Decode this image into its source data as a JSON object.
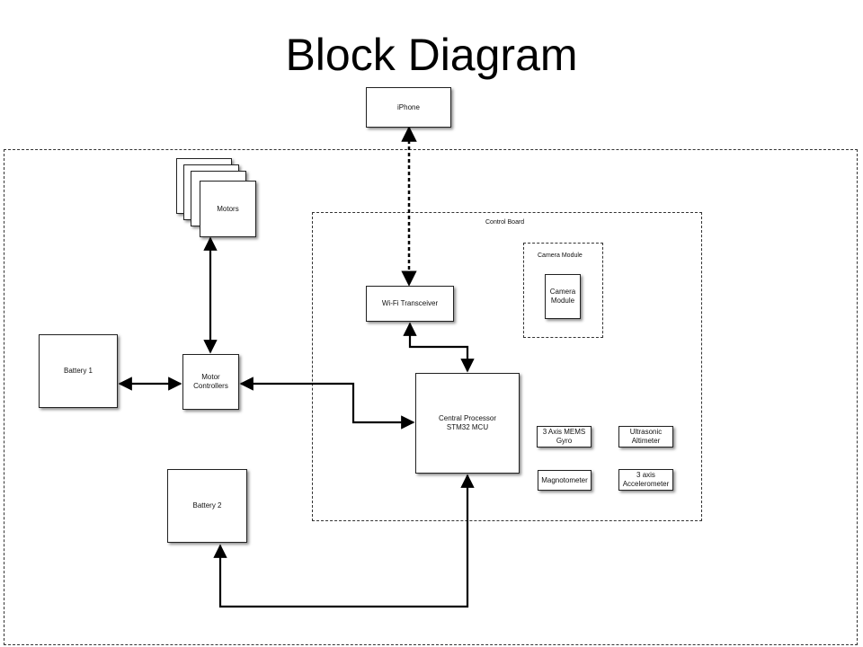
{
  "title": "Block Diagram",
  "regions": {
    "control_board": "Control Board",
    "camera_module_group": "Camera Module"
  },
  "blocks": {
    "iphone": "iPhone",
    "motors": "Motors",
    "wifi": "Wi-Fi Transceiver",
    "camera_module": "Camera\nModule",
    "battery1": "Battery 1",
    "motor_controllers": "Motor\nControllers",
    "cpu": "Central Processor\nSTM32 MCU",
    "gyro": "3 Axis MEMS\nGyro",
    "altimeter": "Ultrasonic\nAltimeter",
    "magnetometer": "Magnotometer",
    "accelerometer": "3 axis\nAccelerometer",
    "battery2": "Battery 2"
  },
  "connections": [
    {
      "from": "iphone",
      "to": "wifi",
      "style": "dashed",
      "direction": "both"
    },
    {
      "from": "motors",
      "to": "motor_controllers",
      "style": "solid",
      "direction": "both"
    },
    {
      "from": "battery1",
      "to": "motor_controllers",
      "style": "solid",
      "direction": "both"
    },
    {
      "from": "motor_controllers",
      "to": "cpu",
      "style": "solid",
      "direction": "both"
    },
    {
      "from": "wifi",
      "to": "cpu",
      "style": "solid",
      "direction": "both"
    },
    {
      "from": "battery2",
      "to": "cpu",
      "style": "solid",
      "direction": "both"
    }
  ]
}
